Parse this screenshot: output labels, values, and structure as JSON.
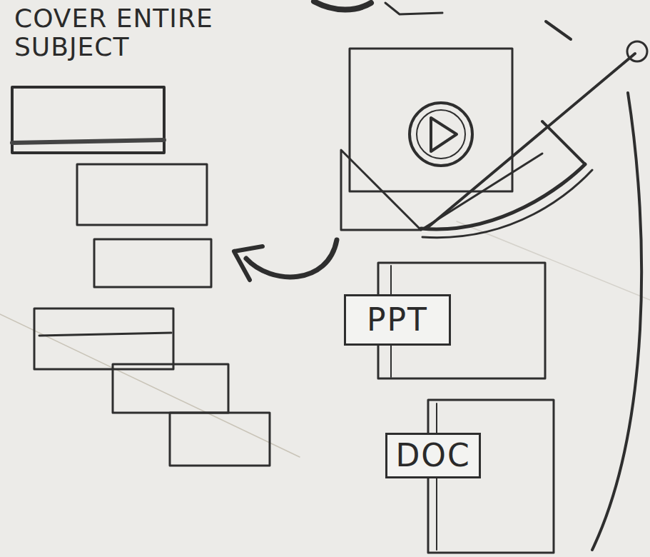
{
  "diagram": {
    "nodes": [
      {
        "text": [
          "PPT"
        ]
      },
      {
        "text": [
          "DOC"
        ]
      }
    ],
    "labels": [
      "COVER ENTIRE SUBJECT"
    ]
  }
}
